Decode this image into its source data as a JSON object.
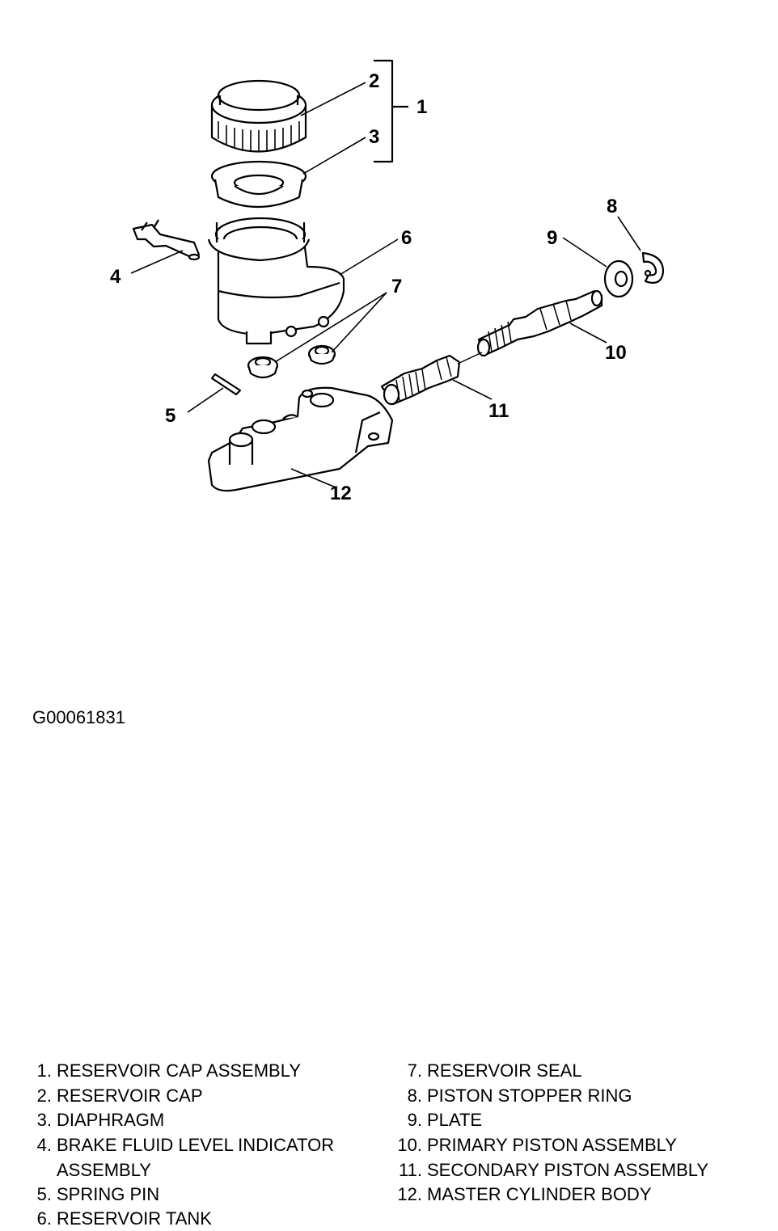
{
  "callouts": [
    "1",
    "2",
    "3",
    "4",
    "5",
    "6",
    "7",
    "8",
    "9",
    "10",
    "11",
    "12"
  ],
  "legend_left": [
    {
      "num": "1.",
      "text": "RESERVOIR CAP ASSEMBLY"
    },
    {
      "num": "2.",
      "text": "RESERVOIR CAP"
    },
    {
      "num": "3.",
      "text": "DIAPHRAGM"
    },
    {
      "num": "4.",
      "text": "BRAKE FLUID LEVEL INDICATOR"
    },
    {
      "num": "",
      "text": "ASSEMBLY"
    },
    {
      "num": "5.",
      "text": "SPRING PIN"
    },
    {
      "num": "6.",
      "text": "RESERVOIR TANK"
    }
  ],
  "legend_right": [
    {
      "num": "7.",
      "text": "RESERVOIR SEAL"
    },
    {
      "num": "8.",
      "text": "PISTON STOPPER RING"
    },
    {
      "num": "9.",
      "text": "PLATE"
    },
    {
      "num": "10.",
      "text": "PRIMARY PISTON ASSEMBLY"
    },
    {
      "num": "11.",
      "text": "SECONDARY PISTON ASSEMBLY"
    },
    {
      "num": "12.",
      "text": "MASTER CYLINDER BODY"
    }
  ],
  "figure_code": "G00061831"
}
